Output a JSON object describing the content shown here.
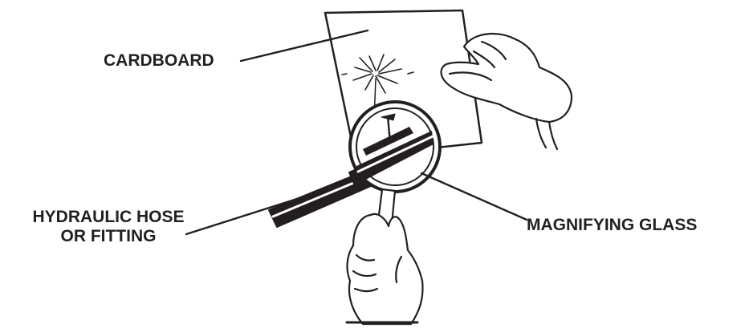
{
  "labels": {
    "cardboard": "CARDBOARD",
    "hose_line1": "HYDRAULIC HOSE",
    "hose_line2": "OR FITTING",
    "magnifying_glass": "MAGNIFYING GLASS"
  },
  "colors": {
    "ink": "#231f20",
    "background": "#ffffff"
  }
}
